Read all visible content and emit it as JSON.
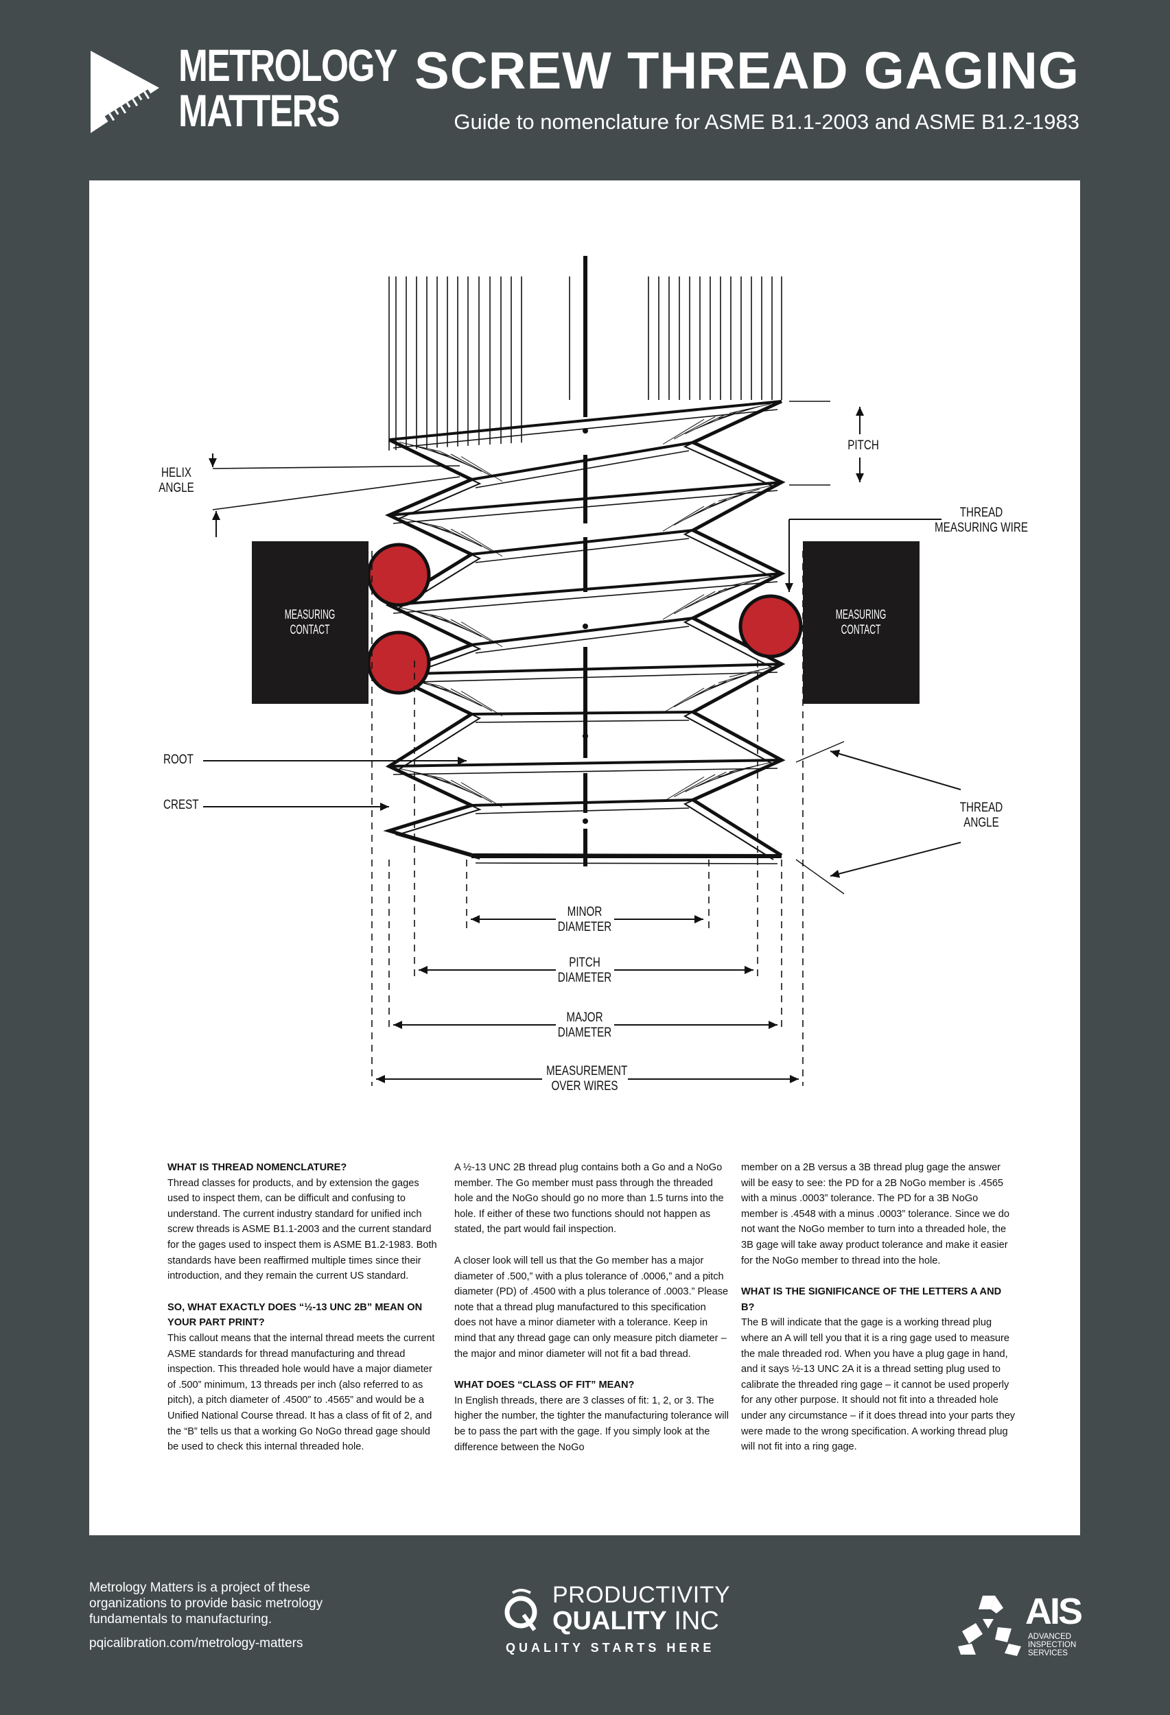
{
  "header": {
    "brand_line1": "METROLOGY",
    "brand_line2": "MATTERS",
    "title": "SCREW THREAD GAGING",
    "subtitle": "Guide to nomenclature for ASME B1.1-2003 and ASME B1.2-1983"
  },
  "diagram": {
    "labels": {
      "helix_angle_1": "HELIX",
      "helix_angle_2": "ANGLE",
      "pitch": "PITCH",
      "thread_measuring_wire_1": "THREAD",
      "thread_measuring_wire_2": "MEASURING WIRE",
      "measuring_contact_left_1": "MEASURING",
      "measuring_contact_left_2": "CONTACT",
      "measuring_contact_right_1": "MEASURING",
      "measuring_contact_right_2": "CONTACT",
      "root": "ROOT",
      "crest": "CREST",
      "thread_angle_1": "THREAD",
      "thread_angle_2": "ANGLE",
      "minor_diameter_1": "MINOR",
      "minor_diameter_2": "DIAMETER",
      "pitch_diameter_1": "PITCH",
      "pitch_diameter_2": "DIAMETER",
      "major_diameter_1": "MAJOR",
      "major_diameter_2": "DIAMETER",
      "measurement_over_wires_1": "MEASUREMENT",
      "measurement_over_wires_2": "OVER WIRES"
    },
    "colors": {
      "wire": "#c1272d",
      "contact": "#1c1a1a",
      "line": "#111111"
    }
  },
  "article": {
    "col1": [
      {
        "heading": "WHAT IS THREAD NOMENCLATURE?",
        "text": "Thread classes for products, and by extension the gages used to inspect them, can be difficult and confusing to understand. The current industry standard for unified inch screw threads is ASME B1.1-2003 and the current standard for the gages used to inspect them is ASME B1.2-1983. Both standards have been reaffirmed multiple times since their introduction, and they remain the current US standard."
      },
      {
        "heading": "SO, WHAT EXACTLY DOES “½-13 UNC 2B” MEAN ON YOUR PART PRINT?",
        "text": "This callout means that the internal thread meets the current ASME standards for thread manufacturing and thread inspection. This threaded hole would have a major diameter of .500” minimum, 13 threads per inch (also referred to as pitch), a pitch diameter of .4500” to .4565” and would be a Unified National Course thread. It has a class of fit of 2, and the “B” tells us that a working Go NoGo thread gage should be used to check this internal threaded hole."
      }
    ],
    "col2": [
      {
        "heading": "",
        "text": "A ½-13 UNC 2B thread plug contains both a Go and a NoGo member. The Go member must pass through the threaded hole and the NoGo should go no more than 1.5 turns into the hole. If either of these two functions should not happen as stated, the part would fail inspection."
      },
      {
        "heading": "",
        "text": "A closer look will tell us that the Go member has a major diameter of .500,” with a plus tolerance of .0006,” and a pitch diameter (PD) of .4500 with a plus tolerance of .0003.” Please note that a thread plug manufactured to this specification does not have a minor diameter with a tolerance. Keep in mind that any thread gage can only measure pitch diameter – the major and minor diameter will not fit a bad thread."
      },
      {
        "heading": "WHAT DOES “CLASS OF FIT” MEAN?",
        "text": "In English threads, there are 3 classes of fit: 1, 2, or 3. The higher the number, the tighter the manufacturing tolerance will be to pass the part with the gage. If you simply look at the difference between the NoGo"
      }
    ],
    "col3": [
      {
        "heading": "",
        "text": "member on a 2B versus a 3B thread plug gage the answer will be easy to see: the PD for a 2B NoGo member is .4565 with a minus .0003” tolerance. The PD for a 3B NoGo member is .4548 with a minus .0003” tolerance. Since we do not want the NoGo member to turn into a threaded hole, the 3B gage will take away product tolerance and make it easier for the NoGo member to thread into the hole."
      },
      {
        "heading": "WHAT IS THE SIGNIFICANCE OF THE LETTERS A AND B?",
        "text": "The B will indicate that the gage is a working thread plug where an A will tell you that it is a ring gage used to measure the male threaded rod. When you have a plug gage in hand, and it says ½-13 UNC 2A it is a thread setting plug used to calibrate the threaded ring gage – it cannot be used properly for any other purpose. It should not fit into a threaded hole under any circumstance – if it does thread into your parts they were made to the wrong specification. A working thread plug will not fit into a ring gage."
      }
    ]
  },
  "footer": {
    "text": "Metrology Matters is a project of these organizations to provide basic metrology fundamentals to manufacturing.",
    "url": "pqicalibration.com/metrology-matters",
    "pqi_line1": "PRODUCTIVITY",
    "pqi_line2_bold": "QUALITY",
    "pqi_line2_rest": " INC",
    "pqi_tagline": "QUALITY STARTS HERE",
    "ais_abbr": "AIS",
    "ais_line1": "ADVANCED",
    "ais_line2": "INSPECTION",
    "ais_line3": "SERVICES"
  }
}
